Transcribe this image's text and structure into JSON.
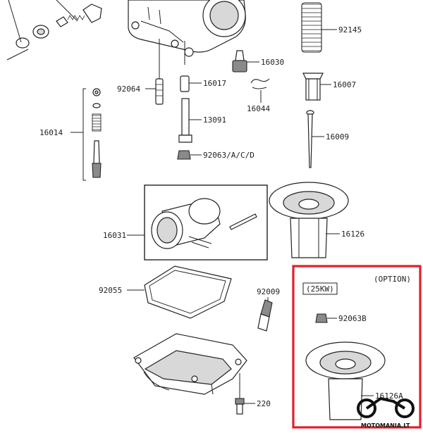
{
  "labels": {
    "p92145": "92145",
    "p16030": "16030",
    "p16007": "16007",
    "p16044": "16044",
    "p16009": "16009",
    "p92064": "92064",
    "p16017": "16017",
    "p13091": "13091",
    "p16014": "16014",
    "p92063acd": "92063/A/C/D",
    "p16031": "16031",
    "p16126": "16126",
    "p92055": "92055",
    "p92009": "92009",
    "p220": "220",
    "option": "(OPTION)",
    "kw25": "(25KW)",
    "p92063b": "92063B",
    "p16126a": "16126A"
  },
  "watermark": "MOTOMANIA.LT",
  "colors": {
    "highlight_border": "#e0202a",
    "ink": "#222222"
  }
}
